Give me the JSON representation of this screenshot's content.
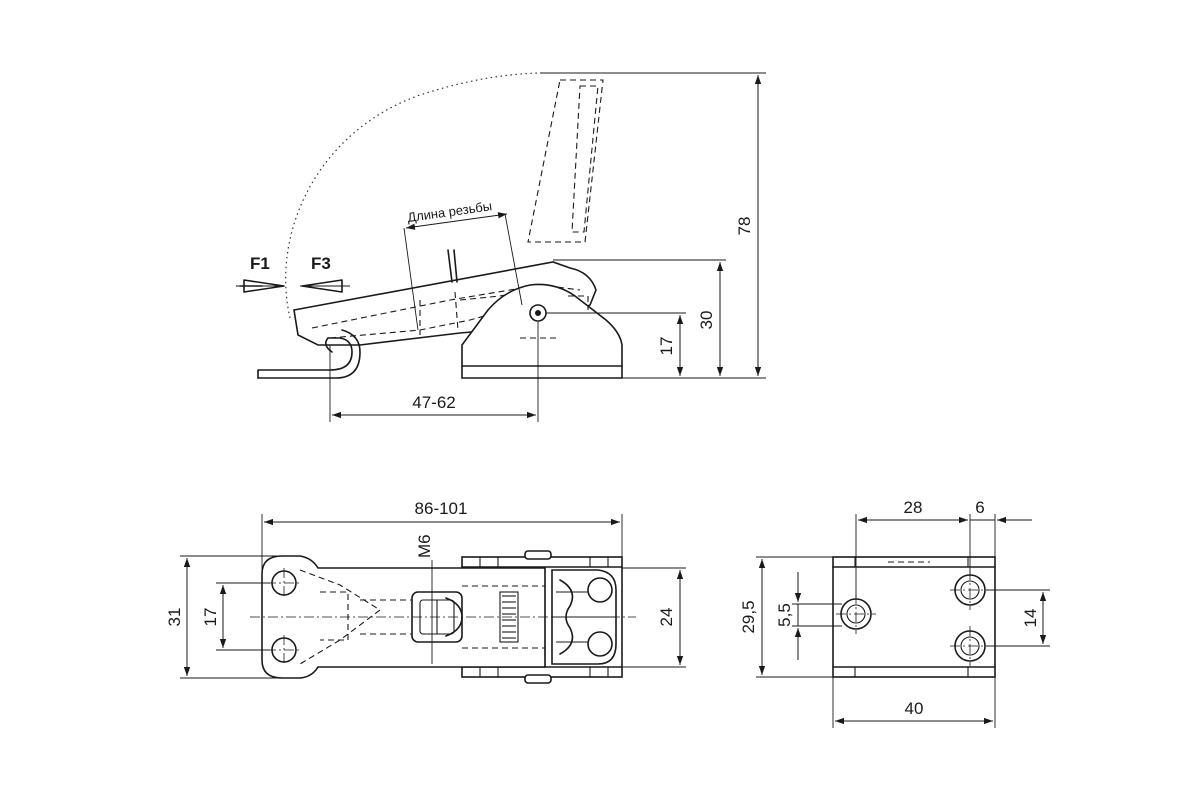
{
  "side_view": {
    "thread_length_label": "Длина резьбы",
    "force_f1": "F1",
    "force_f3": "F3",
    "dim_height_total": "78",
    "dim_height_lever": "30",
    "dim_height_pivot": "17",
    "dim_reach": "47-62"
  },
  "top_view": {
    "dim_length": "86-101",
    "dim_thread": "M6",
    "dim_width_total": "31",
    "dim_hole_spacing": "17",
    "dim_base_width": "24"
  },
  "base_view": {
    "dim_hole_offset": "28",
    "dim_hole_edge": "6",
    "dim_height": "29,5",
    "dim_hole_vertical": "5,5",
    "dim_hole_pair": "14",
    "dim_width": "40"
  },
  "colors": {
    "line": "#1a1a1a",
    "background": "#ffffff"
  }
}
